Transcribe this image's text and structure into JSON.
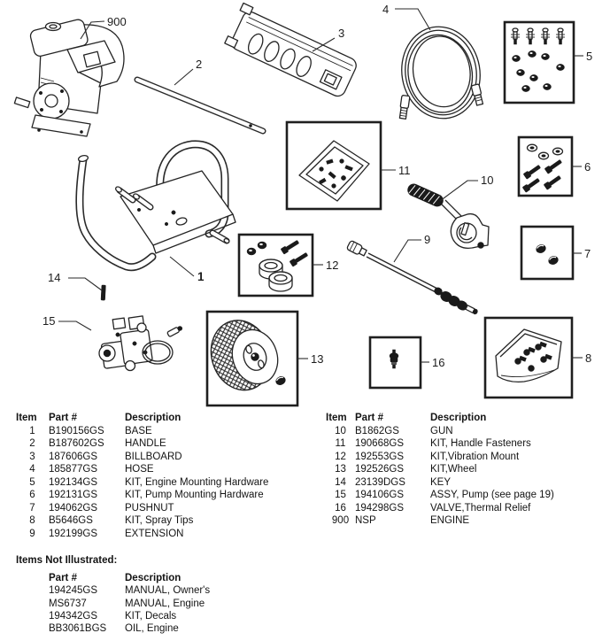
{
  "diagram": {
    "labels": {
      "base": "1",
      "handle": "2",
      "billboard": "3",
      "hose": "4",
      "kit_engine_mounting": "5",
      "kit_pump_mounting": "6",
      "pushnut": "7",
      "kit_spray_tips": "8",
      "extension": "9",
      "gun": "10",
      "kit_handle_fasteners": "11",
      "kit_vibration_mount": "12",
      "kit_wheel": "13",
      "key": "14",
      "pump": "15",
      "valve": "16",
      "engine": "900"
    }
  },
  "parts_table": {
    "headers": {
      "item": "Item",
      "part": "Part #",
      "description": "Description"
    },
    "left_rows": [
      {
        "item": "1",
        "part": "B190156GS",
        "description": "BASE"
      },
      {
        "item": "2",
        "part": "B187602GS",
        "description": "HANDLE"
      },
      {
        "item": "3",
        "part": "187606GS",
        "description": "BILLBOARD"
      },
      {
        "item": "4",
        "part": "185877GS",
        "description": "HOSE"
      },
      {
        "item": "5",
        "part": "192134GS",
        "description": "KIT, Engine Mounting Hardware"
      },
      {
        "item": "6",
        "part": "192131GS",
        "description": "KIT, Pump Mounting Hardware"
      },
      {
        "item": "7",
        "part": "194062GS",
        "description": "PUSHNUT"
      },
      {
        "item": "8",
        "part": "B5646GS",
        "description": "KIT, Spray Tips"
      },
      {
        "item": "9",
        "part": "192199GS",
        "description": "EXTENSION"
      }
    ],
    "right_rows": [
      {
        "item": "10",
        "part": "B1862GS",
        "description": "GUN"
      },
      {
        "item": "11",
        "part": "190668GS",
        "description": "KIT, Handle Fasteners"
      },
      {
        "item": "12",
        "part": "192553GS",
        "description": "KIT,Vibration Mount"
      },
      {
        "item": "13",
        "part": "192526GS",
        "description": "KIT,Wheel"
      },
      {
        "item": "14",
        "part": "23139DGS",
        "description": "KEY"
      },
      {
        "item": "15",
        "part": "194106GS",
        "description": "ASSY, Pump (see page 19)"
      },
      {
        "item": "16",
        "part": "194298GS",
        "description": "VALVE,Thermal Relief"
      },
      {
        "item": "900",
        "part": "NSP",
        "description": "ENGINE"
      }
    ]
  },
  "not_illustrated": {
    "title": "Items Not Illustrated:",
    "headers": {
      "part": "Part #",
      "description": "Description"
    },
    "rows": [
      {
        "part": "194245GS",
        "description": "MANUAL, Owner's"
      },
      {
        "part": "MS6737",
        "description": "MANUAL, Engine"
      },
      {
        "part": "194342GS",
        "description": "KIT, Decals"
      },
      {
        "part": "BB3061BGS",
        "description": "OIL, Engine"
      }
    ]
  }
}
